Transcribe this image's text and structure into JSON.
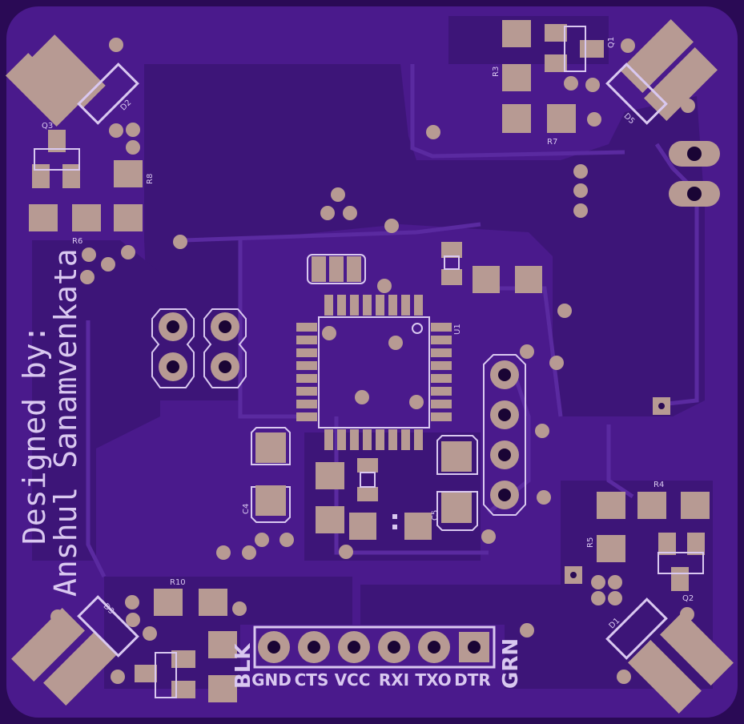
{
  "colors": {
    "board": "#4a1a8c",
    "copper_pour": "#3d1578",
    "trace": "#5a2aa0",
    "pad": "#b79a93",
    "silkscreen": "#d9c8f0",
    "background": "#2a0a55"
  },
  "credit": {
    "line1": "Designed by:",
    "line2": "Anshul Sanamvenkata"
  },
  "header": {
    "left_label": "BLK",
    "right_label": "GRN",
    "pins": [
      "GND",
      "CTS",
      "VCC",
      "RXI",
      "TXO",
      "DTR"
    ]
  },
  "designators": {
    "Q1": "Q1",
    "Q2": "Q2",
    "Q3": "Q3",
    "D1": "D1",
    "D2": "D2",
    "D3": "D3",
    "D5": "D5",
    "R3": "R3",
    "R4": "R4",
    "R5": "R5",
    "R6": "R6",
    "R7": "R7",
    "R8": "R8",
    "R10": "R10",
    "U1": "U1",
    "C4": "C4",
    "C5": "C5"
  }
}
